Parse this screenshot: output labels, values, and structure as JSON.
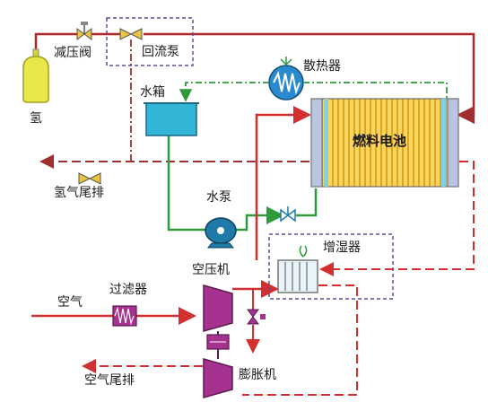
{
  "labels": {
    "hydrogen": "氢",
    "pressure_valve": "减压阀",
    "recirc_pump": "回流泵",
    "radiator": "散热器",
    "water_tank": "水箱",
    "fuel_cell": "燃料电池",
    "h2_exhaust": "氢气尾排",
    "water_pump": "水泵",
    "humidifier": "增湿器",
    "compressor": "空压机",
    "air": "空气",
    "filter": "过滤器",
    "air_exhaust": "空气尾排",
    "expander": "膨胀机"
  },
  "colors": {
    "hydrogen_line": "#c0392b",
    "air_line": "#e03030",
    "coolant_line": "#2e9a3a",
    "return_line": "#a03030",
    "tank_fill": "#33b5d8",
    "pump_fill": "#1f7aa8",
    "compressor_fill": "#a5328f",
    "fuel_cell_fill": "#f5c842",
    "bottle_fill": "#e8e84a",
    "dashed_box": "#5b4b9e"
  }
}
